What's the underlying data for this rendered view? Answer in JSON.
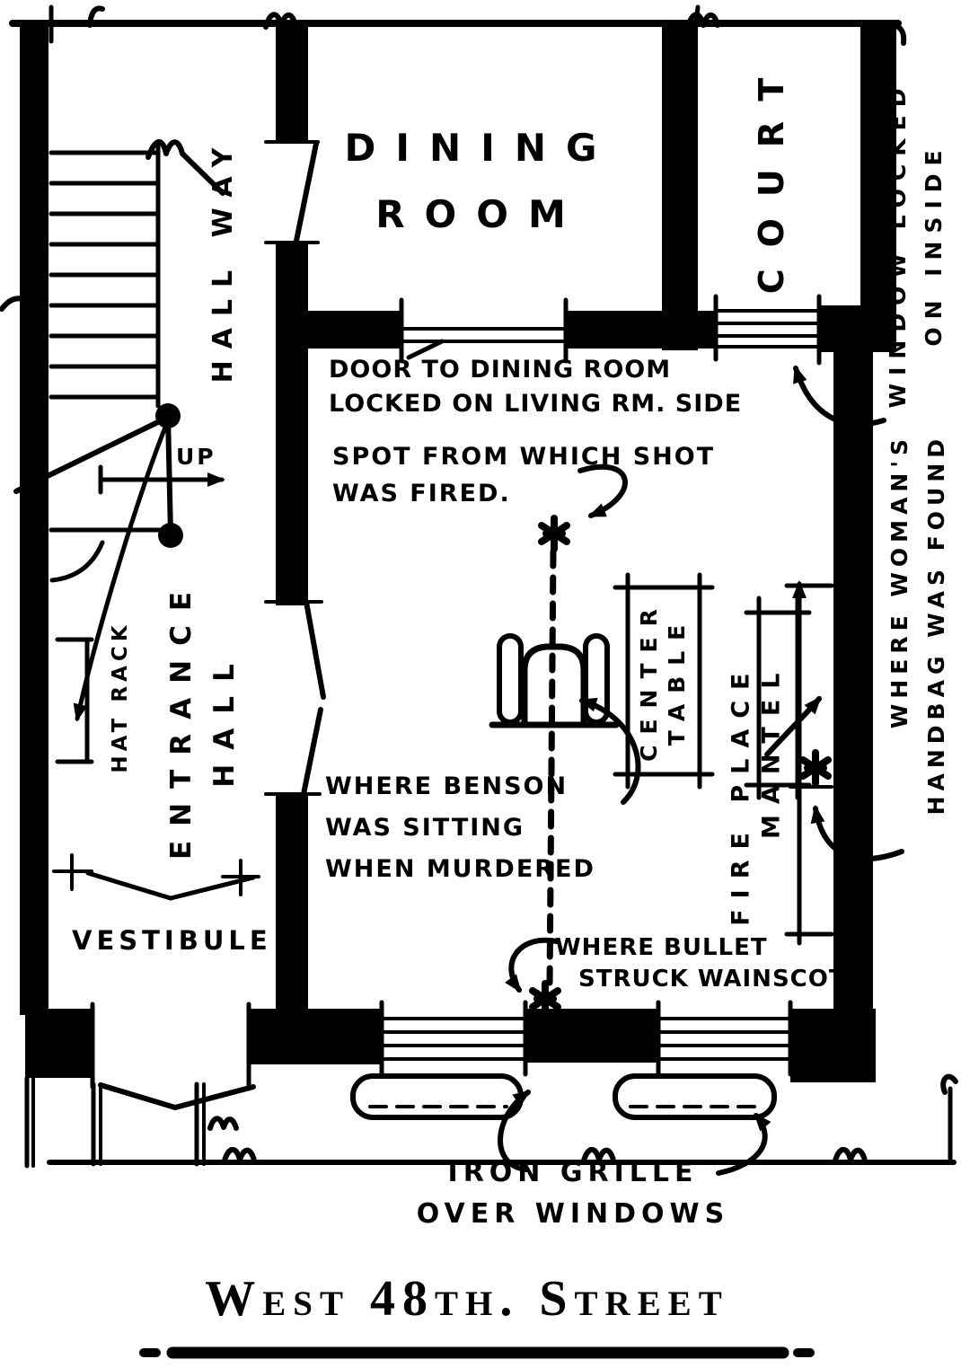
{
  "colors": {
    "ink": "#000000",
    "paper": "#ffffff"
  },
  "street": {
    "title": "West 48th. Street"
  },
  "rooms": {
    "dining": {
      "line1": "DINING",
      "line2": "ROOM"
    },
    "court": {
      "label": "COURT"
    },
    "hallway": {
      "label": "HALL WAY"
    },
    "entrance_hall": {
      "line1": "ENTRANCE",
      "line2": "HALL"
    },
    "vestibule": {
      "label": "VESTIBULE"
    }
  },
  "stairs": {
    "up_label": "UP"
  },
  "furniture": {
    "center_table": {
      "line1": "CENTER",
      "line2": "TABLE"
    },
    "fireplace": {
      "line1": "FIRE PLACE",
      "line2": "MANTEL"
    },
    "hat_rack": {
      "label": "HAT RACK"
    }
  },
  "annotations": {
    "window_locked": {
      "line1": "WINDOW LOCKED",
      "line2": "ON INSIDE"
    },
    "door_locked": {
      "line1": "DOOR TO DINING ROOM",
      "line2": "LOCKED ON LIVING RM. SIDE"
    },
    "shot_spot": {
      "line1": "SPOT FROM WHICH SHOT",
      "line2": "WAS FIRED."
    },
    "benson": {
      "line1": "WHERE BENSON",
      "line2": "WAS SITTING",
      "line3": "WHEN MURDERED"
    },
    "handbag": {
      "line1": "WHERE WOMAN'S",
      "line2": "HANDBAG WAS FOUND"
    },
    "bullet": {
      "line1": "WHERE BULLET",
      "line2": "STRUCK WAINSCOT"
    },
    "grille": {
      "line1": "IRON GRILLE",
      "line2": "OVER WINDOWS"
    }
  }
}
